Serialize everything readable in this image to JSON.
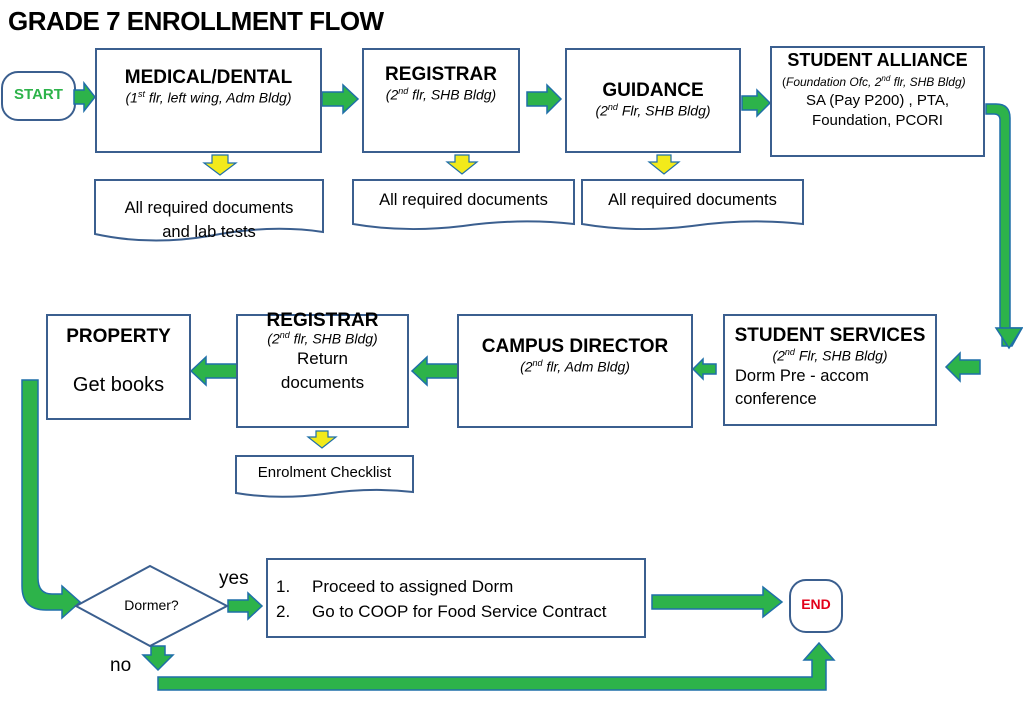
{
  "title": "GRADE 7  ENROLLMENT FLOW",
  "start": "START",
  "end": "END",
  "nodes": {
    "medical": {
      "title": "MEDICAL/DENTAL",
      "pre": "(1",
      "sup": "st",
      "post": " flr, left wing, Adm Bldg)"
    },
    "registrar1": {
      "title": "REGISTRAR",
      "pre": "(2",
      "sup": "nd",
      "post": " flr, SHB Bldg)"
    },
    "guidance": {
      "title": "GUIDANCE",
      "pre": "(2",
      "sup": "nd",
      "post": " Flr, SHB  Bldg)"
    },
    "alliance": {
      "title": "STUDENT ALLIANCE",
      "pre": "(",
      "mid": "Foundation Ofc, 2",
      "sup": "nd",
      "post": " flr, SHB Bldg)",
      "body1": "SA (Pay P200) , PTA,",
      "body2": "Foundation, PCORI"
    },
    "services": {
      "title": "STUDENT SERVICES",
      "pre": "(2",
      "sup": "nd",
      "post": " Flr, SHB Bldg)",
      "body1": "Dorm Pre - accom",
      "body2": "conference"
    },
    "director": {
      "title": "CAMPUS DIRECTOR",
      "pre": "(2",
      "sup": "nd",
      "post": " flr, Adm Bldg)"
    },
    "registrar2": {
      "title": "REGISTRAR",
      "pre": "(2",
      "sup": "nd",
      "post": " flr, SHB Bldg)",
      "body1": "Return",
      "body2": "documents"
    },
    "property": {
      "title": "PROPERTY",
      "body1": "Get books"
    }
  },
  "documents": {
    "medical": {
      "line1": "All required documents",
      "line2": "and lab tests"
    },
    "registrar": "All required documents",
    "guidance": "All required documents",
    "checklist": "Enrolment Checklist"
  },
  "decision": {
    "label": "Dormer?",
    "yes": "yes",
    "no": "no"
  },
  "dorm_steps": {
    "items": [
      {
        "num": "1.",
        "text": "Proceed to assigned Dorm"
      },
      {
        "num": "2.",
        "text": "Go to COOP for Food Service Contract"
      }
    ]
  },
  "colors": {
    "arrow_fill": "#2db34a",
    "arrow_stroke": "#1f6fa8",
    "doc_arrow": "#f2ea1b",
    "box_border": "#3b5f8f",
    "start_text": "#2db34a",
    "end_text": "#e2001a"
  }
}
